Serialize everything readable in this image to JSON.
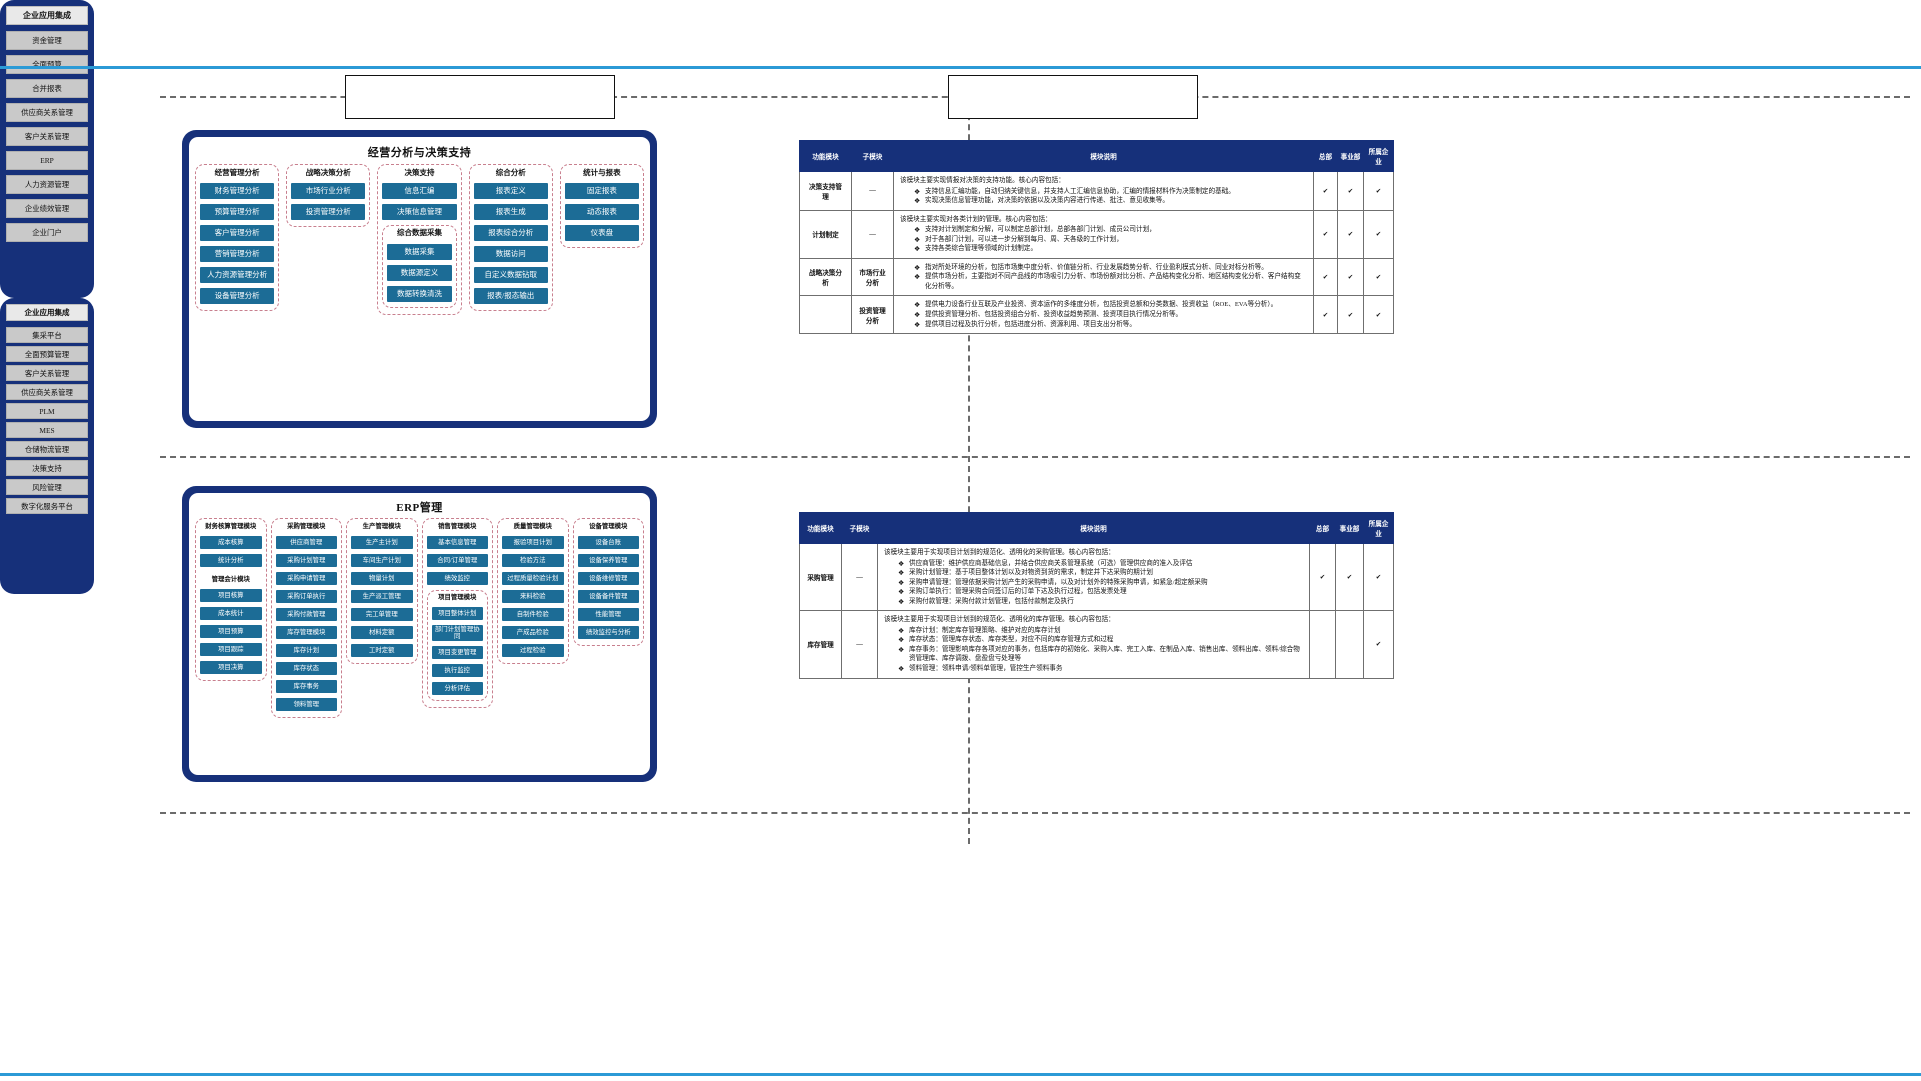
{
  "page": {
    "rule_color": "#2b9ad6",
    "panel_navy": "#16307a",
    "chip_blue": "#1c6c96"
  },
  "diagram1": {
    "title": "经营分析与决策支持",
    "columns": [
      {
        "title": "经营管理分析",
        "items": [
          "财务管理分析",
          "预算管理分析",
          "客户管理分析",
          "营销管理分析",
          "人力资源管理分析",
          "设备管理分析"
        ]
      },
      {
        "title": "战略决策分析",
        "items": [
          "市场行业分析",
          "投资管理分析"
        ]
      },
      {
        "title": "决策支持",
        "items": [
          "信息汇编",
          "决策信息管理"
        ],
        "subgroup": {
          "title": "综合数据采集",
          "items": [
            "数据采集",
            "数据源定义",
            "数据转换清洗"
          ]
        }
      },
      {
        "title": "综合分析",
        "items": [
          "报表定义",
          "报表生成",
          "报表综合分析",
          "数据访问",
          "自定义数据钻取",
          "报表/报态输出"
        ]
      },
      {
        "title": "统计与报表",
        "items": [
          "固定报表",
          "动态报表",
          "仪表盘"
        ]
      }
    ],
    "rail": {
      "title": "企业应用集成",
      "items": [
        "资金管理",
        "全面预算",
        "合并报表",
        "供应商关系管理",
        "客户关系管理",
        "ERP",
        "人力资源管理",
        "企业绩效管理",
        "企业门户"
      ]
    }
  },
  "diagram2": {
    "title": "ERP管理",
    "columns": [
      {
        "title": "财务核算管理模块",
        "items": [
          "成本核算",
          "统计分析"
        ],
        "subgroup2": {
          "title": "管理会计模块",
          "items": [
            "项目核算",
            "成本统计",
            "项目预算",
            "项目跟踪",
            "项目决算"
          ]
        }
      },
      {
        "title": "采购管理模块",
        "items": [
          "供应商管理",
          "采购计划管理",
          "采购申请管理",
          "采购订单执行",
          "采购付款管理",
          "库存管理模块",
          "库存计划",
          "库存状态",
          "库存事务",
          "领料管理"
        ]
      },
      {
        "title": "生产管理模块",
        "items": [
          "生产主计划",
          "车间生产计划",
          "物量计划",
          "生产派工管理",
          "完工单管理",
          "材料定额",
          "工时定额"
        ]
      },
      {
        "title": "销售管理模块",
        "items": [
          "基本信息管理",
          "合同/订单管理",
          "绩效监控"
        ],
        "subgroup": {
          "title": "项目管理模块",
          "items": [
            "项目整体计划",
            "部门计划管理协同",
            "项目变更管理",
            "执行监控",
            "分析评估"
          ]
        }
      },
      {
        "title": "质量管理模块",
        "items": [
          "报验项目计划",
          "检验方法",
          "过程质量检验计划",
          "来料检验",
          "自制件检验",
          "产成品检验",
          "过程检验"
        ]
      },
      {
        "title": "设备管理模块",
        "items": [
          "设备台账",
          "设备保养管理",
          "设备维修管理",
          "设备备件管理",
          "性能管理",
          "绩效监控与分析"
        ]
      }
    ],
    "rail": {
      "title": "企业应用集成",
      "items": [
        "集采平台",
        "全面预算管理",
        "客户关系管理",
        "供应商关系管理",
        "PLM",
        "MES",
        "仓储物流管理",
        "决策支持",
        "风险管理",
        "数字化服务平台"
      ]
    }
  },
  "table1": {
    "headers": [
      "功能模块",
      "子模块",
      "模块说明",
      "总部",
      "事业部",
      "所属企业"
    ],
    "check": "✔",
    "rows": [
      {
        "module": "决策支持管理",
        "sub": "—",
        "lead": "该模块主要实现情报对决策的支持功能。核心内容包括：",
        "bullets": [
          "支持信息汇编功能，自动归纳关键信息，并支持人工汇编信息协助，汇编的情报材料作为决策制定的基础。",
          "实现决策信息管理功能，对决策的依据以及决策内容进行传递、批注、意见收集等。"
        ],
        "hq": "✔",
        "bu": "✔",
        "ent": "✔"
      },
      {
        "module": "计划制定",
        "sub": "—",
        "lead": "该模块主要实现对各类计划的管理。核心内容包括：",
        "bullets": [
          "支持对计划制定和分解，可以制定总部计划，总部各部门计划、成员公司计划，",
          "对于各部门计划，可以进一步分解到每月、周、天各级的工作计划，",
          "支持各类综合管理等领域的计划制定。"
        ],
        "hq": "✔",
        "bu": "✔",
        "ent": "✔"
      },
      {
        "module": "战略决策分析",
        "sub": "市场行业分析",
        "lead": "",
        "bullets": [
          "指对所处环境的分析，包括市场集中度分析、价值链分析、行业发展趋势分析、行业盈利模式分析、同业对标分析等。",
          "提供市场分析，主要指对不同产品线的市场吸引力分析、市场份额对比分析、产品结构变化分析、地区结构变化分析、客户结构变化分析等。"
        ],
        "hq": "✔",
        "bu": "✔",
        "ent": "✔"
      },
      {
        "module": "",
        "sub": "投资管理分析",
        "lead": "",
        "bullets": [
          "提供电力设备行业互联及产业投资、资本运作的多维度分析，包括投资总额和分类数据、投资收益（ROE、EVA等分析）。",
          "提供投资管理分析、包括投资组合分析、投资收益趋势预测、投资项目执行情况分析等。",
          "提供项目过程及执行分析，包括进度分析、资源利用、项目支出分析等。"
        ],
        "hq": "✔",
        "bu": "✔",
        "ent": "✔"
      }
    ]
  },
  "table2": {
    "headers": [
      "功能模块",
      "子模块",
      "模块说明",
      "总部",
      "事业部",
      "所属企业"
    ],
    "rows": [
      {
        "module": "采购管理",
        "sub": "—",
        "lead": "该模块主要用于实现项目计划到的规范化、透明化的采购管理。核心内容包括：",
        "bullets": [
          "供应商管理：维护供应商基础信息，并结合供应商关系管理系统（可选）管理供应商的准入及评估",
          "采购计划管理：基于项目整体计划以及对物资到货的需求，制定并下达采购的期计划",
          "采购申请管理：管理依据采购计划产生的采购申请，以及对计划外的特殊采购申请，如紧急/超定额采购",
          "采购订单执行：管理采购合同签订后的订单下达及执行过程，包括发票处理",
          "采购付款管理：采购付款计划管理，包括付款制定及执行"
        ],
        "hq": "✔",
        "bu": "✔",
        "ent": "✔"
      },
      {
        "module": "库存管理",
        "sub": "—",
        "lead": "该模块主要用于实现项目计划到的规范化、透明化的库存管理。核心内容包括：",
        "bullets": [
          "库存计划：制定库存管理策略、维护对应的库存计划",
          "库存状态：管理库存状态、库存类型，对应不同的库存管理方式和过程",
          "库存事务：管理影响库存各项对应的事务，包括库存的初始化、采购入库、完工入库、在制品入库、销售出库、领料出库、领料/综合物资管理库、库存调拨、盘盈盘亏处理等",
          "领料管理：领料申请/领料单管理，管控生产领料事务"
        ],
        "hq": "",
        "bu": "",
        "ent": "✔"
      }
    ]
  }
}
